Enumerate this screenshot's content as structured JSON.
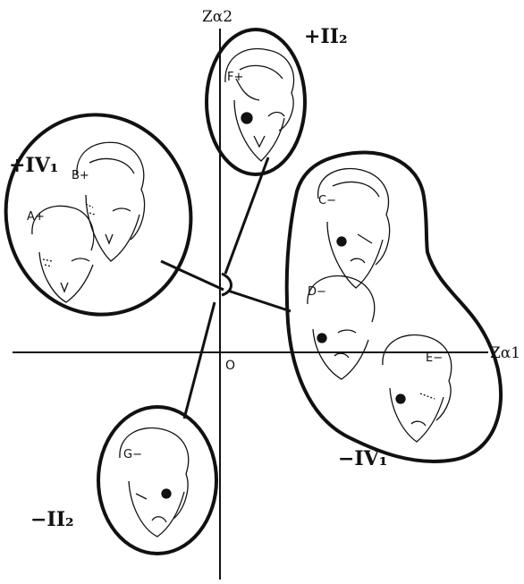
{
  "axes": {
    "x_label": "Zα1",
    "y_label": "Zα2",
    "origin": "O"
  },
  "groups": [
    {
      "id": "plus-II2",
      "label": "+II₂",
      "faces": [
        "F+"
      ]
    },
    {
      "id": "plus-IV1",
      "label": "+IV₁",
      "faces": [
        "B+",
        "A+"
      ]
    },
    {
      "id": "minus-IV1",
      "label": "−IV₁",
      "faces": [
        "C−",
        "D−",
        "E−"
      ]
    },
    {
      "id": "minus-II2",
      "label": "−II₂",
      "faces": [
        "G−"
      ]
    }
  ],
  "colors": {
    "ink": "#111111",
    "background": "#ffffff"
  }
}
